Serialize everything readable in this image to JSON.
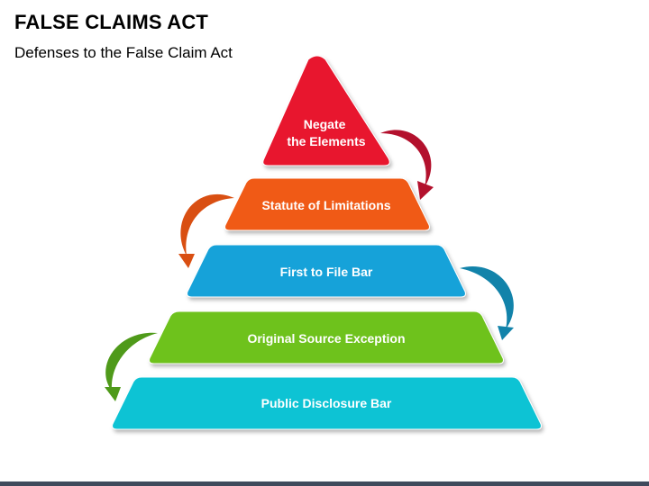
{
  "header": {
    "title": "FALSE CLAIMS ACT",
    "subtitle": "Defenses to the False Claim Act"
  },
  "pyramid": {
    "tiers": [
      {
        "lines": [
          "Negate",
          "the Elements"
        ],
        "color": "#e8142e"
      },
      {
        "lines": [
          "Statute of Limitations"
        ],
        "color": "#f05a14"
      },
      {
        "lines": [
          "First to File Bar"
        ],
        "color": "#16a2d9"
      },
      {
        "lines": [
          "Original Source Exception"
        ],
        "color": "#6ec21d"
      },
      {
        "lines": [
          "Public Disclosure Bar"
        ],
        "color": "#11c3d4"
      }
    ],
    "arrow_colors": [
      "#b3112d",
      "#d94f12",
      "#1283aa",
      "#4f9a1a"
    ]
  }
}
